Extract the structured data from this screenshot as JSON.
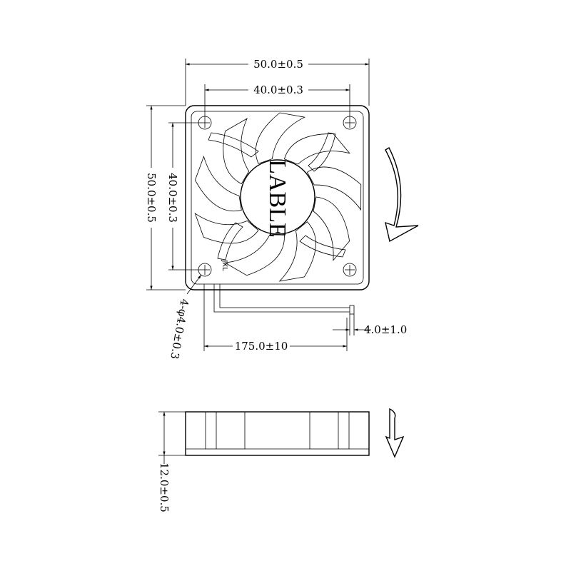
{
  "dimensions": {
    "overall_width": "50.0±0.5",
    "hole_spacing_width": "40.0±0.3",
    "overall_height": "50.0±0.5",
    "hole_spacing_height": "40.0±0.3",
    "hole_diameter": "4-φ4.0±0.3",
    "cable_length": "175.0±10",
    "wire_strip": "4.0±1.0",
    "thickness": "12.0±0.5"
  },
  "hub": {
    "label": "LABLE"
  },
  "frame": {
    "mark": "JXL"
  }
}
